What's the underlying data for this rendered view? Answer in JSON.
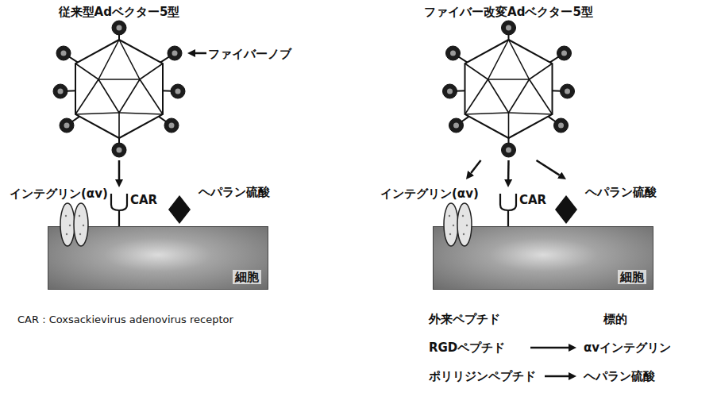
{
  "diagram": {
    "nodes": [
      {
        "text": [
          "従来型Adベクター5型"
        ]
      },
      {
        "text": [
          "インテグリン(αv)"
        ]
      },
      {
        "text": [
          "CAR"
        ]
      },
      {
        "text": [
          "ヘパラン硫酸"
        ]
      },
      {
        "text": [
          "細胞"
        ]
      },
      {
        "text": [
          "ファイバー改変Adベクター5型"
        ]
      },
      {
        "text": [
          "インテグリン(αv)"
        ]
      },
      {
        "text": [
          "CAR"
        ]
      },
      {
        "text": [
          "ヘパラン硫酸"
        ]
      },
      {
        "text": [
          "細胞"
        ]
      }
    ],
    "edges": [
      {
        "from": 0,
        "to": 2,
        "arrow": "to"
      },
      {
        "from": 5,
        "to": 6,
        "arrow": "to"
      },
      {
        "from": 5,
        "to": 7,
        "arrow": "to"
      },
      {
        "from": 5,
        "to": 8,
        "arrow": "to"
      }
    ],
    "labels": [
      "ファイバーノブ",
      "CAR : Coxsackievirus adenovirus receptor",
      "外来ペプチド",
      "標的",
      "RGDペプチド",
      "αvインテグリン",
      "ポリリジンペプチド",
      "ヘパラン硫酸"
    ]
  }
}
